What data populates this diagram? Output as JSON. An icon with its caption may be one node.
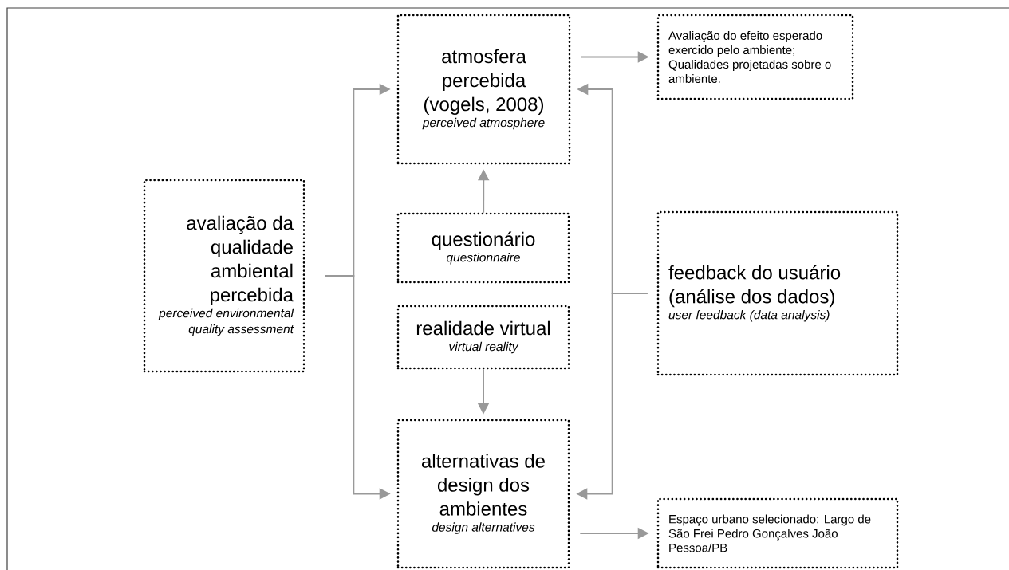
{
  "diagram": {
    "nodes": [
      {
        "text": [
          "avaliação da qualidade ambiental percebida",
          "perceived environmental quality assessment"
        ]
      },
      {
        "text": [
          "atmosfera percebida (vogels, 2008)",
          "perceived atmosphere"
        ]
      },
      {
        "text": [
          "questionário",
          "questionnaire"
        ]
      },
      {
        "text": [
          "realidade virtual",
          "virtual reality"
        ]
      },
      {
        "text": [
          "alternativas de design dos ambientes",
          "design alternatives"
        ]
      },
      {
        "text": [
          "Avaliação do efeito esperado exercido pelo ambiente; Qualidades projetadas sobre o ambiente."
        ]
      },
      {
        "text": [
          "feedback do usuário (análise dos dados)",
          "user feedback (data analysis)"
        ]
      },
      {
        "text": [
          "Espaço urbano selecionado: Largo de São Frei Pedro Gonçalves João Pessoa/PB"
        ]
      }
    ],
    "edges": [
      {
        "from": 0,
        "to": 1,
        "arrow": "to"
      },
      {
        "from": 0,
        "to": 4,
        "arrow": "to"
      },
      {
        "from": 2,
        "to": 1,
        "arrow": "to"
      },
      {
        "from": 3,
        "to": 4,
        "arrow": "to"
      },
      {
        "from": 6,
        "to": 1,
        "arrow": "to"
      },
      {
        "from": 6,
        "to": 4,
        "arrow": "to"
      },
      {
        "from": 1,
        "to": 5,
        "arrow": "to"
      },
      {
        "from": 4,
        "to": 7,
        "arrow": "to"
      }
    ]
  }
}
